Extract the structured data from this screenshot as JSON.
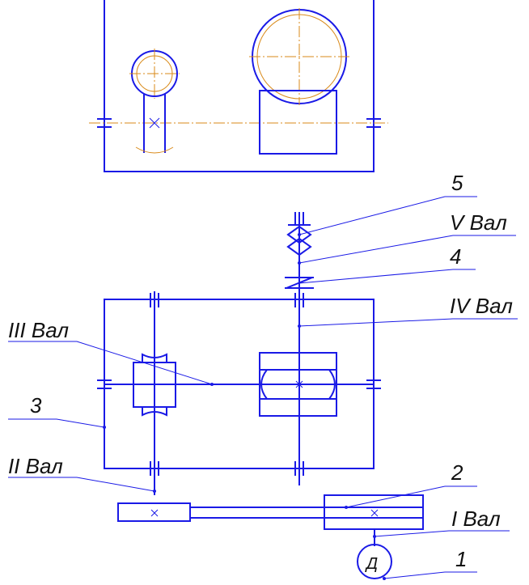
{
  "labels": {
    "l5": "5",
    "lV": "V  Вал",
    "l4": "4",
    "lIV": "IV  Вал",
    "lIII": "III Вал",
    "l3": "3",
    "lII": "II Вал",
    "l2": "2",
    "lI": "I Вал",
    "l1": "1",
    "motor": "Д"
  },
  "colors": {
    "ink": "#1a1ae6",
    "axis": "#d98a1a",
    "text": "#111111"
  }
}
